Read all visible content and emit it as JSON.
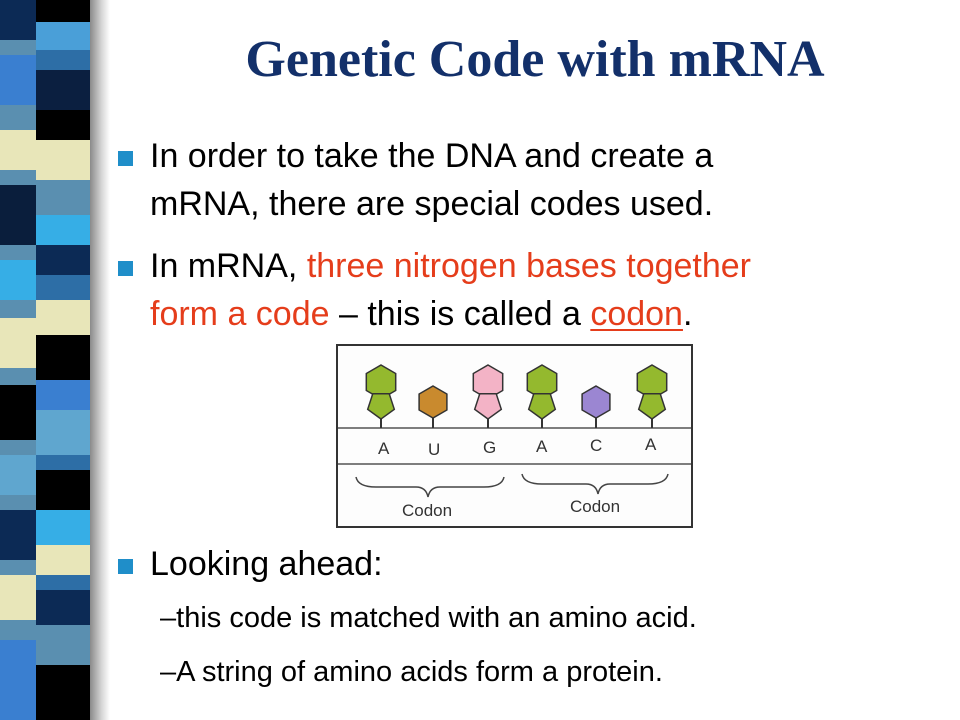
{
  "slide": {
    "title": "Genetic Code with mRNA",
    "bullets": [
      {
        "line1": "In order to take the DNA and create a",
        "line2": "mRNA, there are special codes used."
      },
      {
        "line1_a": "In mRNA, ",
        "line1_b": "three nitrogen bases together",
        "line2_a": "form a code",
        "line2_b": " – this is called a ",
        "line2_c": "codon",
        "line2_d": "."
      },
      {
        "text": "Looking ahead:"
      }
    ],
    "sub_bullets": [
      {
        "dash": "–",
        "text": "this code is matched with an amino acid."
      },
      {
        "dash": "–",
        "text": "A string of amino acids form a protein."
      }
    ]
  },
  "diagram": {
    "bases": [
      "A",
      "U",
      "G",
      "A",
      "C",
      "A"
    ],
    "codon_labels": [
      "Codon",
      "Codon"
    ],
    "colors": {
      "A": "#94b92e",
      "U": "#c98a2e",
      "G": "#f3b3c6",
      "C": "#9b86d2"
    }
  },
  "theme": {
    "title_color": "#13306a",
    "bullet_color": "#1f8ec9",
    "highlight_color": "#e53d1b"
  }
}
